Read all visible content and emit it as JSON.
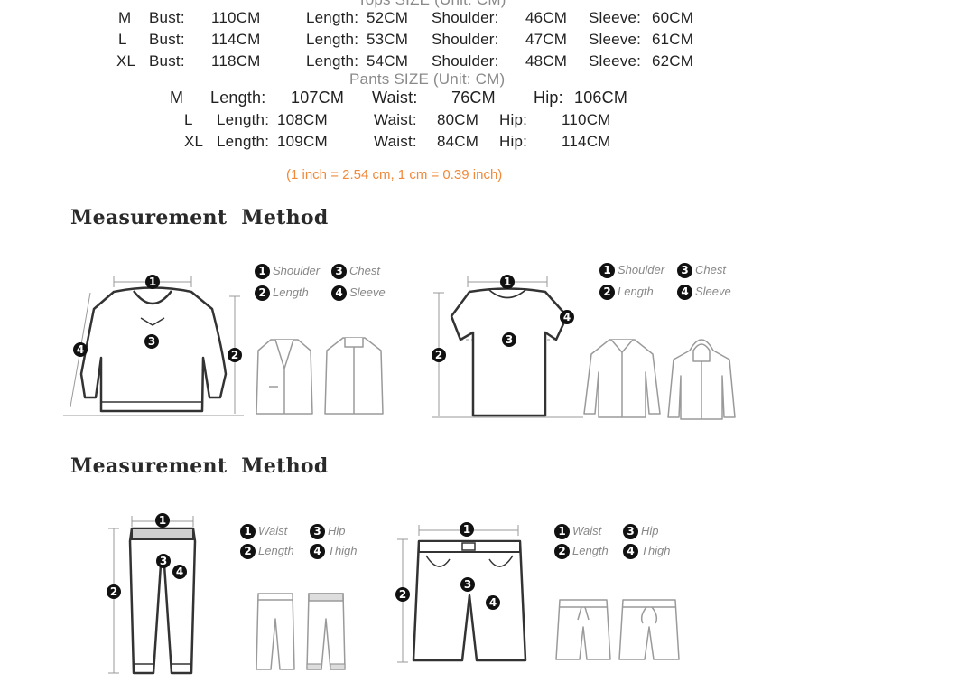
{
  "tops": {
    "title": "Tops SIZE (Unit: CM)",
    "rows": [
      {
        "size": "M",
        "bust_label": "Bust:",
        "bust": "110CM",
        "length_label": "Length:",
        "length": "52CM",
        "shoulder_label": "Shoulder:",
        "shoulder": "46CM",
        "sleeve_label": "Sleeve:",
        "sleeve": "60CM"
      },
      {
        "size": "L",
        "bust_label": "Bust:",
        "bust": "114CM",
        "length_label": "Length:",
        "length": "53CM",
        "shoulder_label": "Shoulder:",
        "shoulder": "47CM",
        "sleeve_label": "Sleeve:",
        "sleeve": "61CM"
      },
      {
        "size": "XL",
        "bust_label": "Bust:",
        "bust": "118CM",
        "length_label": "Length:",
        "length": "54CM",
        "shoulder_label": "Shoulder:",
        "shoulder": "48CM",
        "sleeve_label": "Sleeve:",
        "sleeve": "62CM"
      }
    ]
  },
  "pants": {
    "title": "Pants SIZE (Unit: CM)",
    "rows": [
      {
        "size": "M",
        "length_label": "Length:",
        "length": "107CM",
        "waist_label": "Waist:",
        "waist": "76CM",
        "hip_label": "Hip:",
        "hip": "106CM"
      },
      {
        "size": "L",
        "length_label": "Length:",
        "length": "108CM",
        "waist_label": "Waist:",
        "waist": "80CM",
        "hip_label": "Hip:",
        "hip": "110CM"
      },
      {
        "size": "XL",
        "length_label": "Length:",
        "length": "109CM",
        "waist_label": "Waist:",
        "waist": "84CM",
        "hip_label": "Hip:",
        "hip": "114CM"
      }
    ]
  },
  "conversion_note": "(1 inch = 2.54 cm, 1 cm = 0.39 inch)",
  "measurement_heading_1": "Measurement  Method",
  "measurement_heading_2": "Measurement  Method",
  "tops_legend": {
    "n1": "1",
    "l1": "Shoulder",
    "n2": "2",
    "l2": "Length",
    "n3": "3",
    "l3": "Chest",
    "n4": "4",
    "l4": "Sleeve"
  },
  "pants_legend": {
    "n1": "1",
    "l1": "Waist",
    "n2": "2",
    "l2": "Length",
    "n3": "3",
    "l3": "Hip",
    "n4": "4",
    "l4": "Thigh"
  },
  "colors": {
    "note": "#f0893a",
    "heading": "#2a2a2a",
    "legend": "#888888",
    "badge": "#111111"
  }
}
